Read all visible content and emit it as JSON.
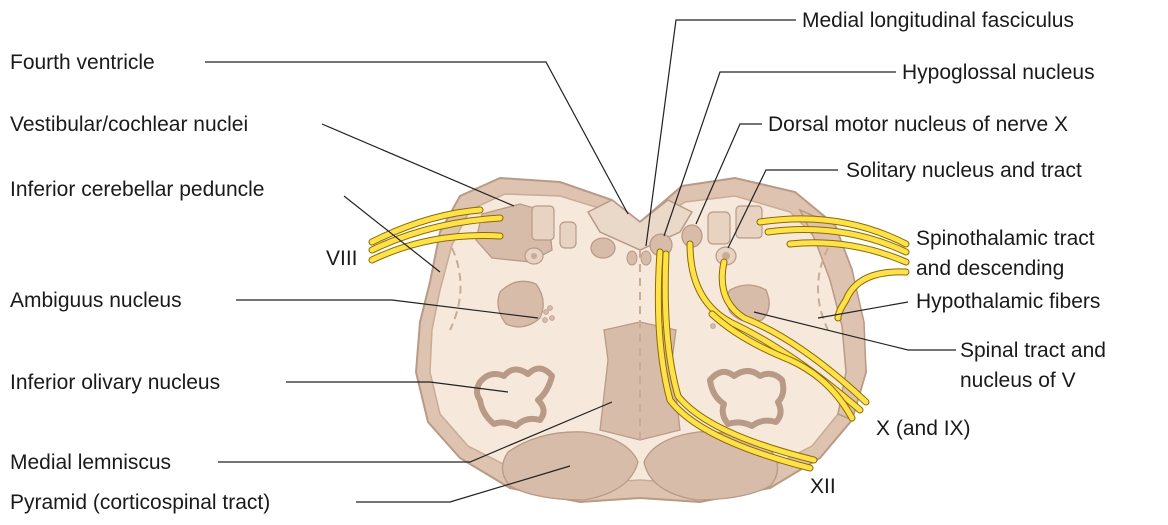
{
  "colors": {
    "tissue_light": "#f6e9dc",
    "tissue_mid": "#ddc3b0",
    "tissue_dark": "#c9ab96",
    "outline": "#b89a86",
    "fiber": "#ffe24a",
    "leader": "#222222"
  },
  "labels": {
    "left": {
      "fourth_ventricle": "Fourth ventricle",
      "vestibular_cochlear": "Vestibular/cochlear nuclei",
      "inferior_cerebellar": "Inferior cerebellar peduncle",
      "viii": "VIII",
      "ambiguus": "Ambiguus nucleus",
      "inferior_olivary": "Inferior olivary nucleus",
      "medial_lemniscus": "Medial lemniscus",
      "pyramid": "Pyramid (corticospinal tract)"
    },
    "right": {
      "mlf": "Medial longitudinal fasciculus",
      "hypoglossal": "Hypoglossal nucleus",
      "dorsal_motor": "Dorsal motor nucleus of nerve X",
      "solitary": "Solitary nucleus and tract",
      "spinothalamic_1": "Spinothalamic tract",
      "spinothalamic_2": "and descending",
      "hypothalamic": "Hypothalamic fibers",
      "spinal_v_1": "Spinal tract and",
      "spinal_v_2": "nucleus of V",
      "x_ix": "X (and IX)",
      "xii": "XII"
    }
  }
}
